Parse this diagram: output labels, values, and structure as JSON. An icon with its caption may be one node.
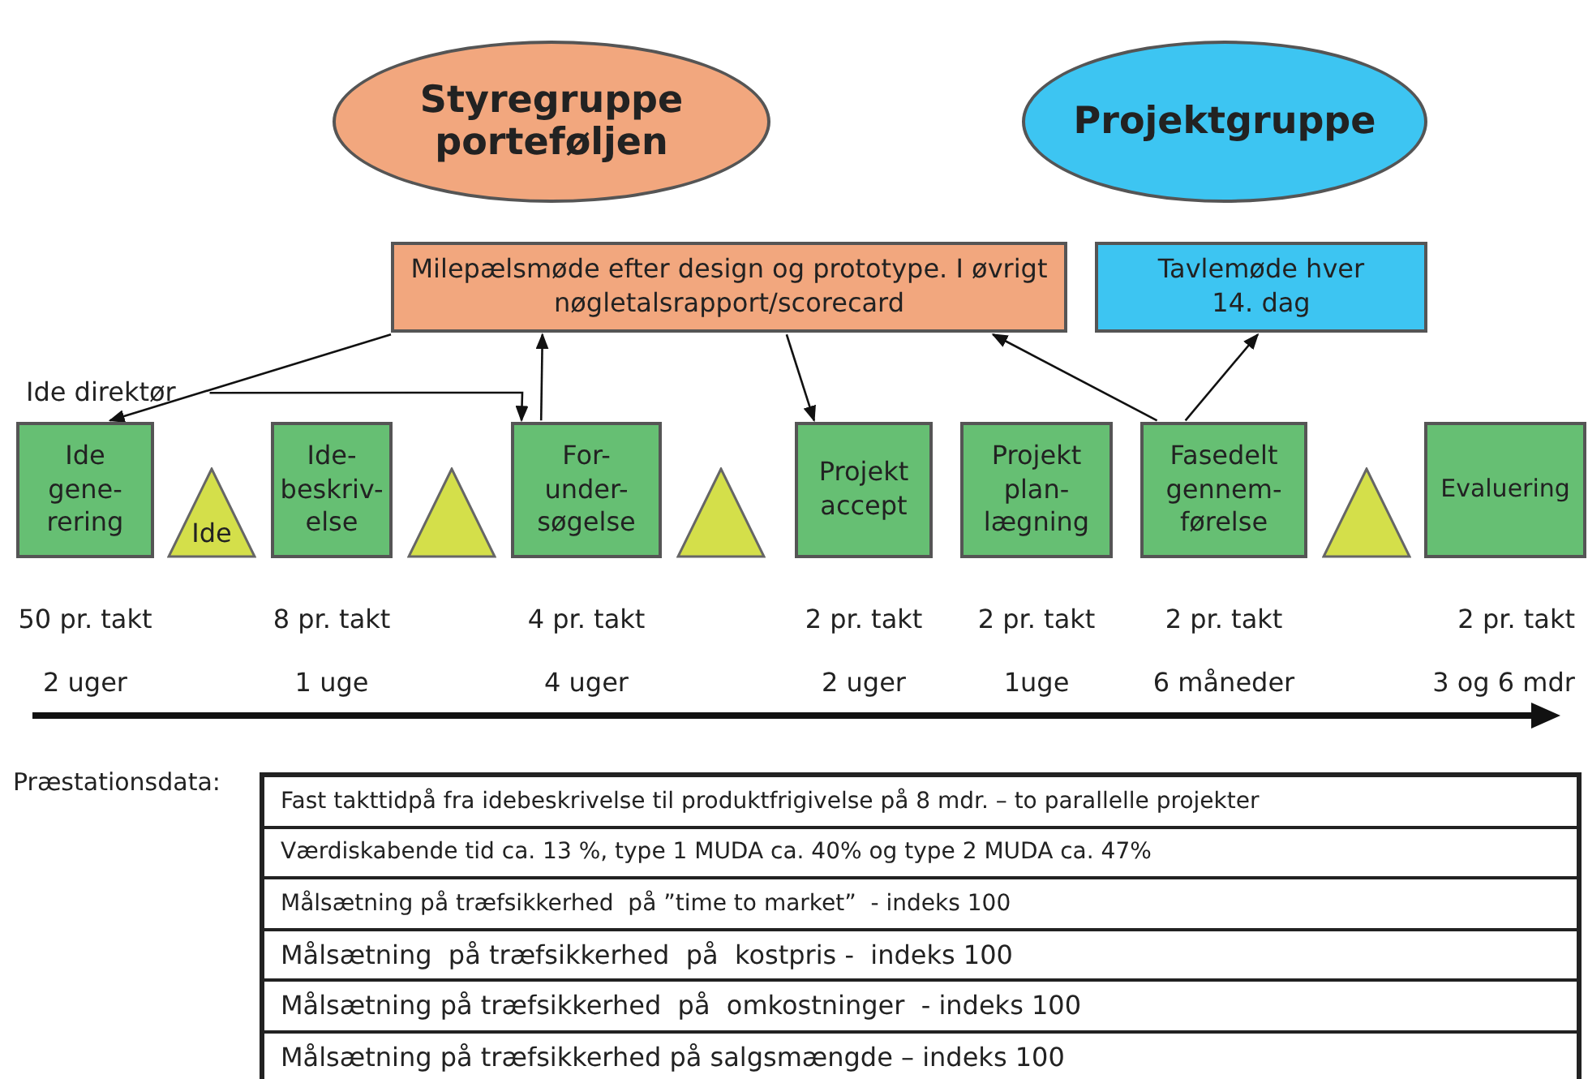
{
  "diagram": {
    "nodes": [
      {
        "text": [
          "Styregruppe porteføljen"
        ]
      },
      {
        "text": [
          "Projektgruppe"
        ]
      },
      {
        "text": [
          "Milepælsmøde efter design og prototype. I øvrigt nøgletalsrapport/scorecard"
        ]
      },
      {
        "text": [
          "Tavlemøde hver 14. dag"
        ]
      },
      {
        "text": [
          "Ide direktør"
        ]
      },
      {
        "text": [
          "Ide gene- rering"
        ],
        "beside": [
          "50 pr. takt",
          "2 uger"
        ]
      },
      {
        "text": [
          "Ide"
        ]
      },
      {
        "text": [
          "Ide- beskriv- else"
        ],
        "beside": [
          "8 pr. takt",
          "1 uge"
        ]
      },
      {
        "text": [],
        "shape": "triangle"
      },
      {
        "text": [
          "For- under- søgelse"
        ],
        "beside": [
          "4 pr. takt",
          "4 uger"
        ]
      },
      {
        "text": [],
        "shape": "triangle"
      },
      {
        "text": [
          "Projekt accept"
        ],
        "beside": [
          "2 pr. takt",
          "2 uger"
        ]
      },
      {
        "text": [
          "Projekt plan- lægning"
        ],
        "beside": [
          "2 pr. takt",
          "1uge"
        ]
      },
      {
        "text": [
          "Fasedelt gennem- førelse"
        ],
        "beside": [
          "2 pr. takt",
          "6 måneder"
        ]
      },
      {
        "text": [],
        "shape": "triangle"
      },
      {
        "text": [
          "Evaluering"
        ],
        "beside": [
          "2 pr. takt",
          "3 og 6 mdr"
        ]
      }
    ],
    "edges": [
      {
        "from": 2,
        "to": 5,
        "arrow": "to"
      },
      {
        "from": 4,
        "to": 9,
        "arrow": "to"
      },
      {
        "from": 9,
        "to": 2,
        "arrow": "to"
      },
      {
        "from": 2,
        "to": 11,
        "arrow": "to"
      },
      {
        "from": 13,
        "to": 2,
        "arrow": "to"
      },
      {
        "from": 13,
        "to": 3,
        "arrow": "to"
      }
    ],
    "labels": [
      "Præstationsdata:",
      "Fast takttidpå fra idebeskrivelse til produktfrigivelse på 8 mdr. – to parallelle projekter",
      "Værdiskabende tid ca. 13 %, type 1 MUDA ca. 40% og type 2 MUDA ca. 47%",
      "Målsætning på træfsikkerhed  på ”time to market”  - indeks 100",
      "Målsætning  på træfsikkerhed  på  kostpris -  indeks 100",
      "Målsætning på træfsikkerhed  på  omkostninger  - indeks 100",
      "Målsætning på træfsikkerhed på salgsmængde – indeks 100"
    ]
  }
}
